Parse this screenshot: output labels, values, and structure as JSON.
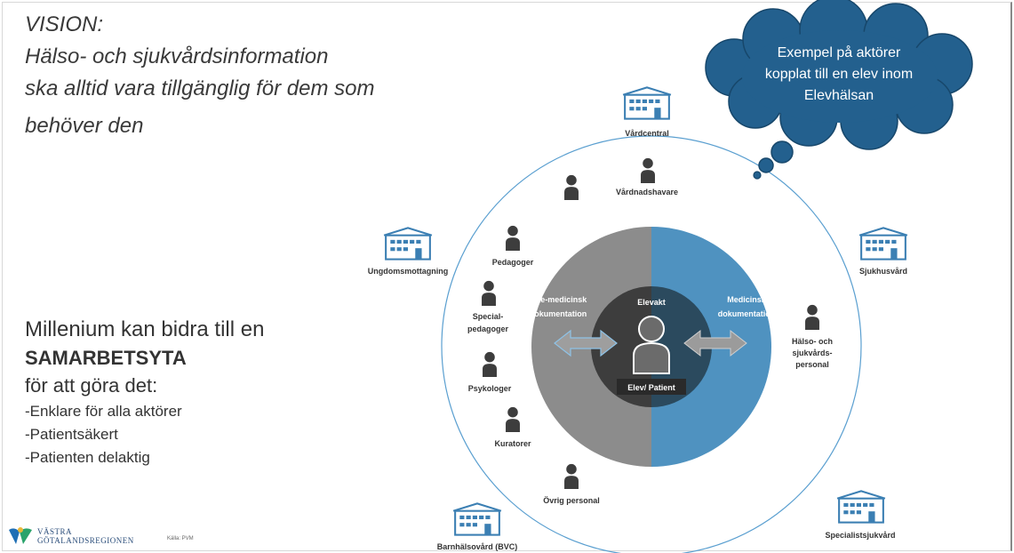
{
  "vision": {
    "line1": "VISION:",
    "line2": "Hälso- och sjukvårdsinformation",
    "line3": "ska alltid vara tillgänglig för dem som",
    "line4": "behöver den"
  },
  "millenium": {
    "line1": "Millenium kan bidra till en",
    "line2": "SAMARBETSYTA",
    "line3": "för att göra det:",
    "bullets": [
      "-Enklare för alla aktörer",
      "-Patientsäkert",
      "-Patienten delaktig"
    ]
  },
  "cloud": {
    "line1": "Exempel på aktörer",
    "line2": "kopplat till en elev inom",
    "line3": "Elevhälsan"
  },
  "center": {
    "elevakt": "Elevakt",
    "patient": "Elev/ Patient",
    "left_line1": "Icke-medicinsk",
    "left_line2": "dokumentation",
    "right_line1": "Medicinsk",
    "right_line2": "dokumentation"
  },
  "people": {
    "vardnadshavare": "Vårdnadshavare",
    "pedagoger": "Pedagoger",
    "special1": "Special-",
    "special2": "pedagoger",
    "psykologer": "Psykologer",
    "kuratorer": "Kuratorer",
    "ovrig": "Övrig personal",
    "halso1": "Hälso- och",
    "halso2": "sjukvårds-",
    "halso3": "personal"
  },
  "buildings": {
    "vardcentral": "Vårdcentral",
    "ungdom": "Ungdomsmottagning",
    "sjukhus": "Sjukhusvård",
    "bvc": "Barnhälsovård (BVC)",
    "specialist": "Specialistsjukvård"
  },
  "footer": {
    "logo_line1": "VÄSTRA",
    "logo_line2": "GÖTALANDSREGIONEN",
    "source": "Källa: PVM"
  },
  "colors": {
    "blue": "#4f92c0",
    "gray": "#8c8c8c",
    "dark": "#3d3d3d",
    "cloud": "#23608e"
  }
}
